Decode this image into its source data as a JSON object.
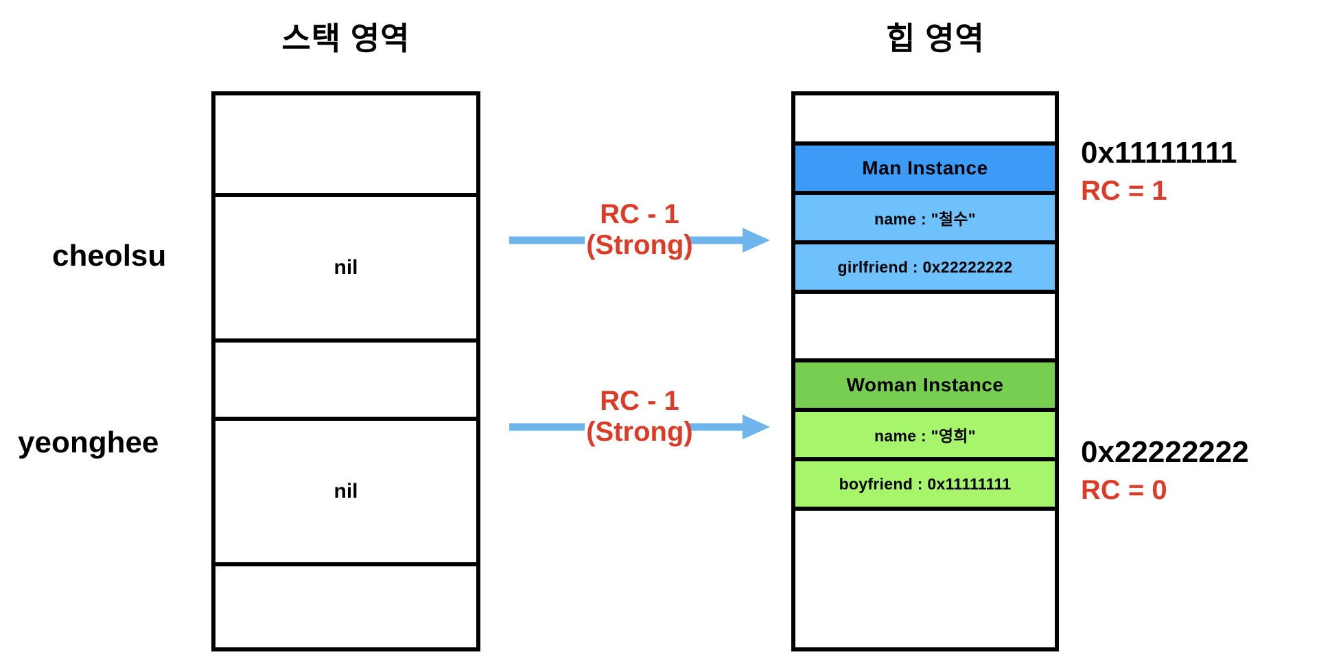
{
  "titles": {
    "stack": "스택 영역",
    "heap": "힙 영역"
  },
  "colors": {
    "man_header": "#3d9bf8",
    "man_body": "#6ec1fb",
    "woman_header": "#77ce51",
    "woman_body": "#a6f56b",
    "arrow": "#6eb5ee",
    "annotation_red": "#dc3b28",
    "border": "#000000"
  },
  "stack": {
    "variables": [
      {
        "name": "cheolsu"
      },
      {
        "name": "yeonghee"
      }
    ],
    "rows": [
      {
        "value": ""
      },
      {
        "value": "nil"
      },
      {
        "value": ""
      },
      {
        "value": "nil"
      },
      {
        "value": ""
      }
    ]
  },
  "heap": {
    "rows": [
      {
        "value": ""
      },
      {
        "value": "Man Instance"
      },
      {
        "value": "name : \"철수\""
      },
      {
        "value": "girlfriend : 0x22222222"
      },
      {
        "value": ""
      },
      {
        "value": "Woman Instance"
      },
      {
        "value": "name : \"영희\""
      },
      {
        "value": "boyfriend : 0x11111111"
      },
      {
        "value": ""
      }
    ]
  },
  "addresses": [
    {
      "address": "0x11111111",
      "rc": "RC = 1"
    },
    {
      "address": "0x22222222",
      "rc": "RC = 0"
    }
  ],
  "arrows": [
    {
      "line1": "RC - 1",
      "line2": "(Strong)"
    },
    {
      "line1": "RC - 1",
      "line2": "(Strong)"
    }
  ]
}
